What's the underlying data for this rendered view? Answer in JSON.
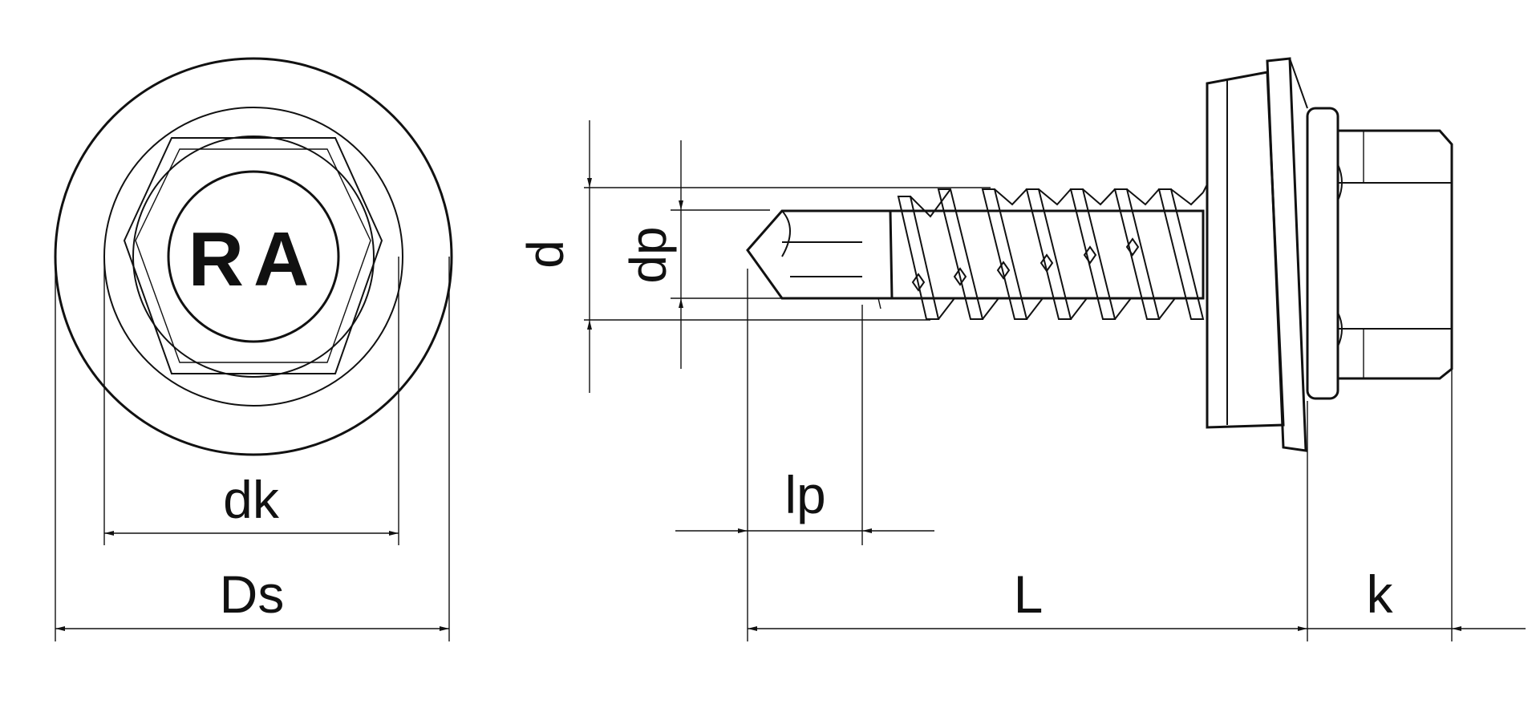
{
  "head_marking": "RA",
  "dimensions": {
    "d": "d",
    "dp": "dp",
    "dk": "dk",
    "Ds": "Ds",
    "lp": "lp",
    "L": "L",
    "k": "k"
  },
  "colors": {
    "ink": "#111111",
    "paper": "#ffffff"
  }
}
